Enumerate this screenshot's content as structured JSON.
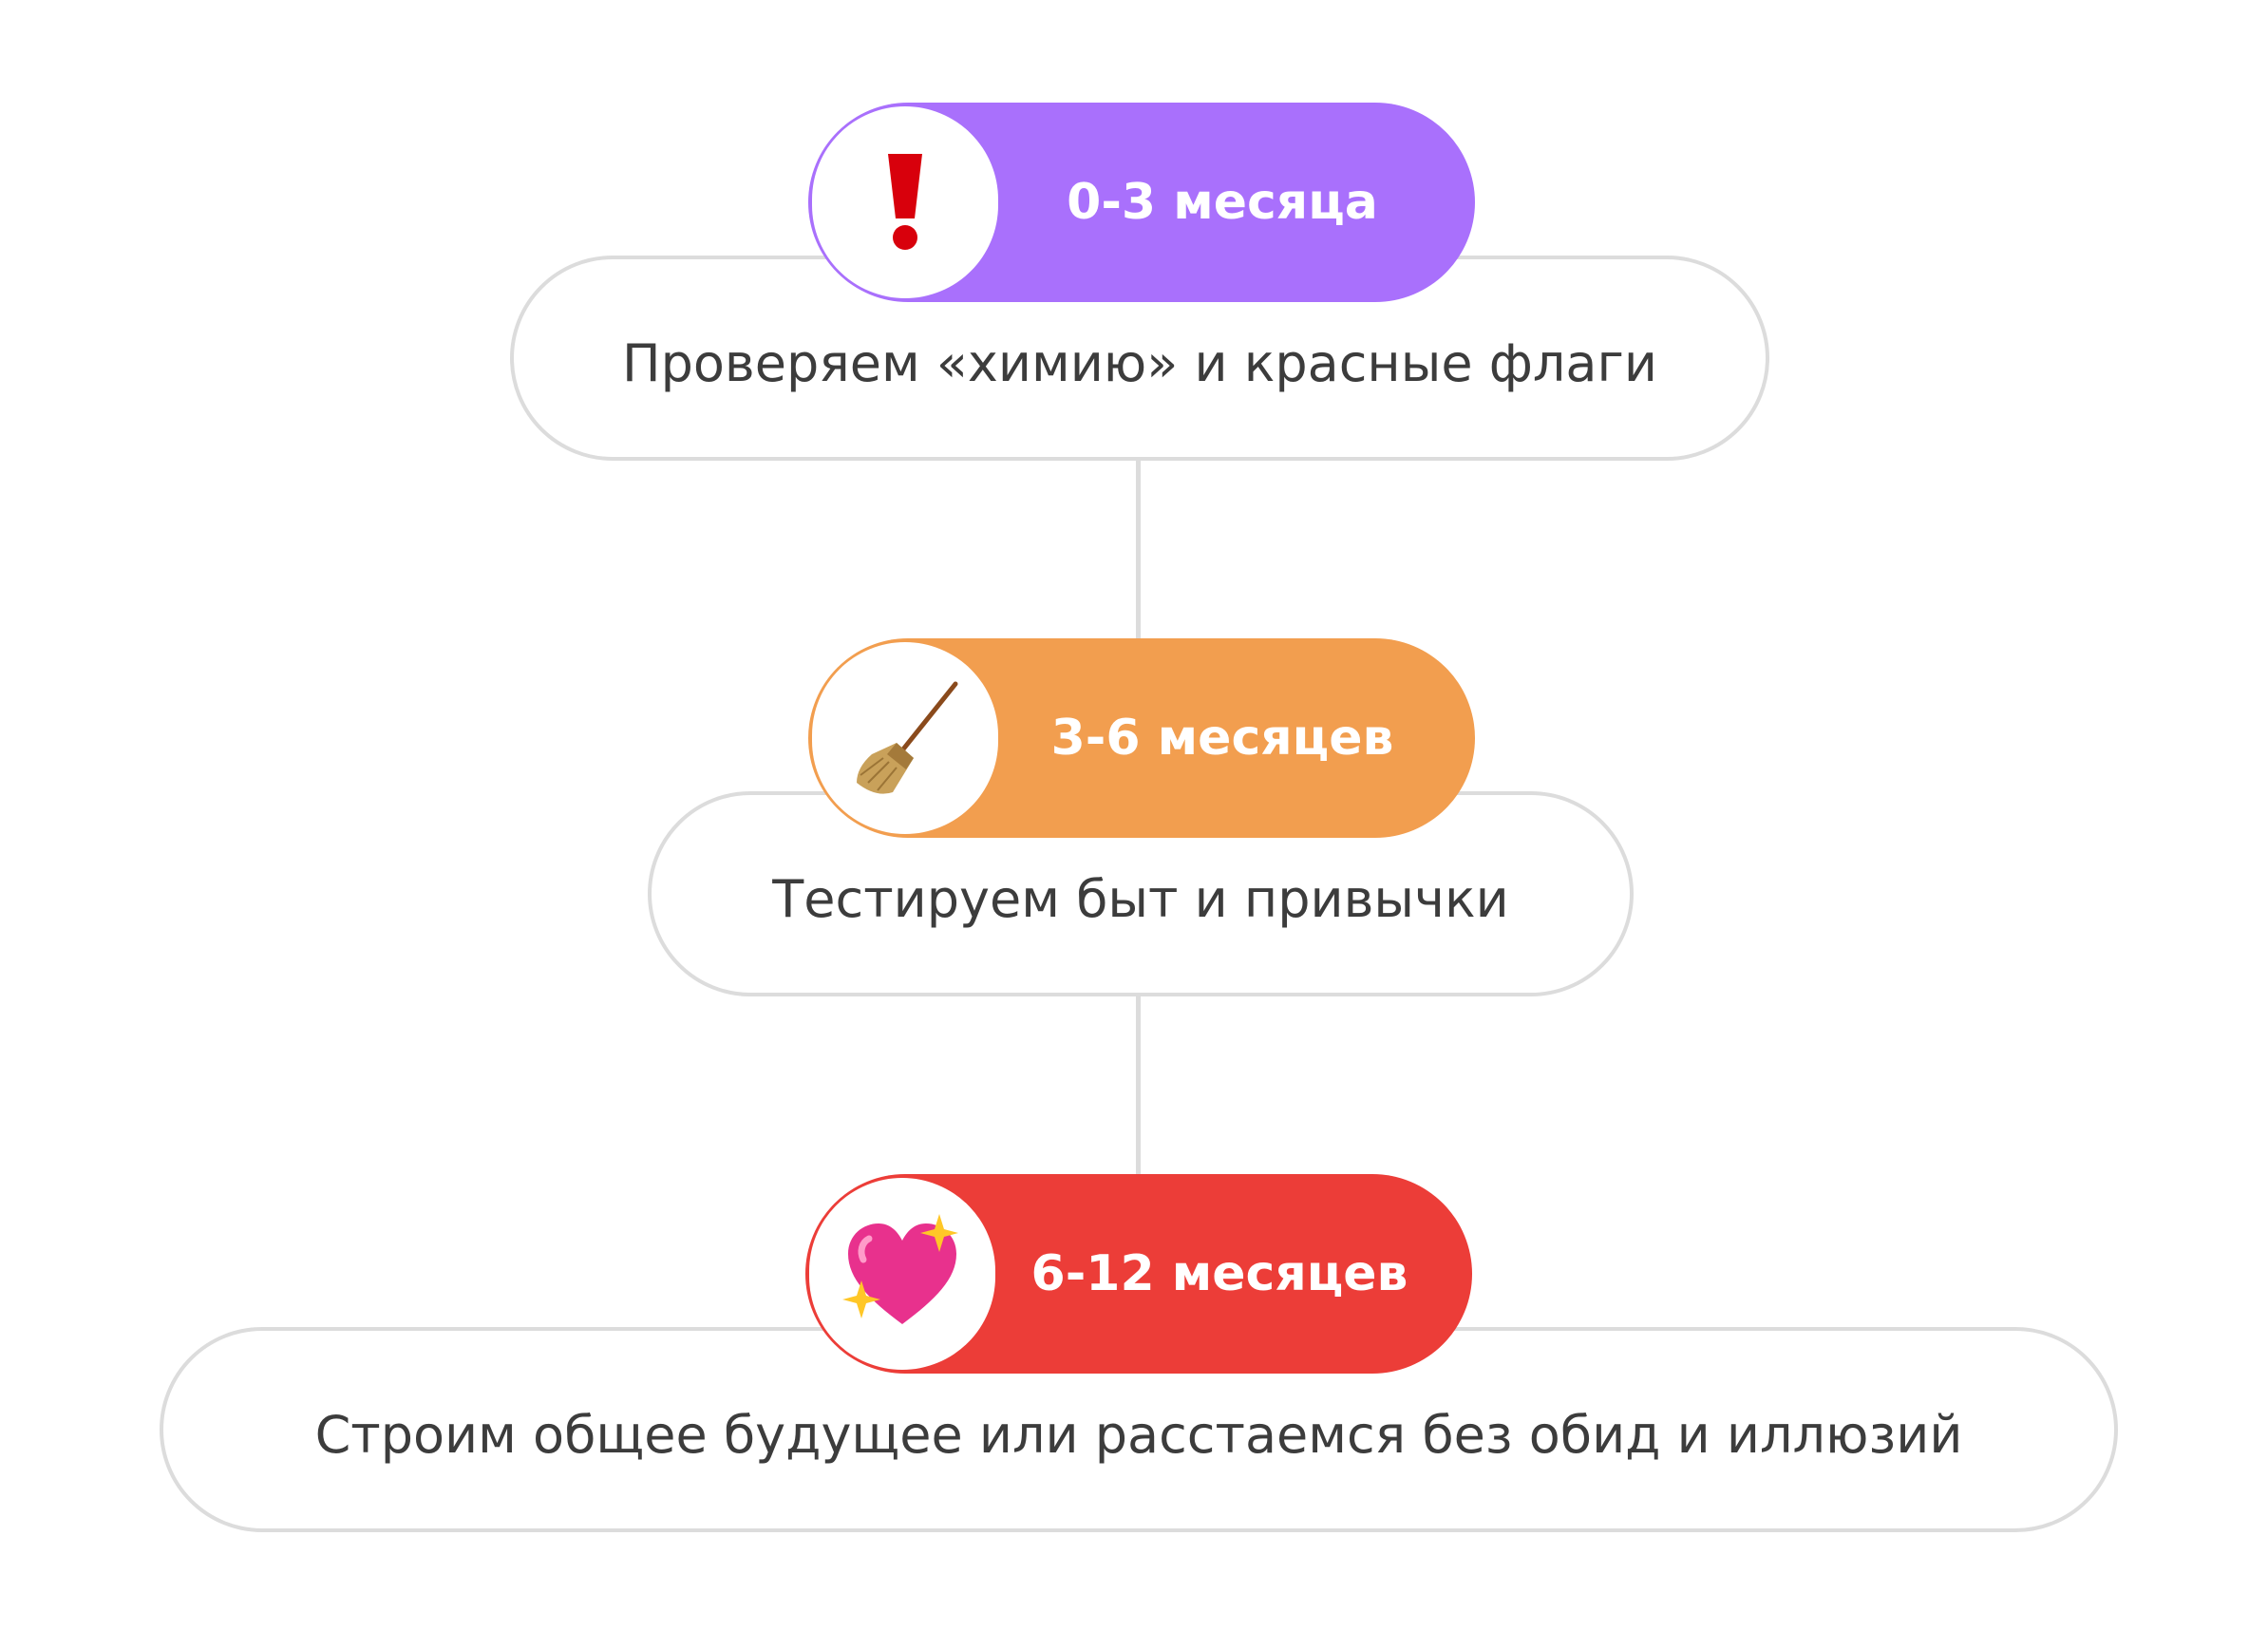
{
  "stages": [
    {
      "period": "0-3 месяца",
      "description": "Проверяем «химию» и красные флаги",
      "icon": "exclamation-icon",
      "color": "#a970fc"
    },
    {
      "period": "3-6 месяцев",
      "description": "Тестируем быт и привычки",
      "icon": "broom-icon",
      "color": "#f29e4f"
    },
    {
      "period": "6-12 месяцев",
      "description": "Строим общее будущее или расстаемся без обид и иллюзий",
      "icon": "sparkling-heart-icon",
      "color": "#ec3d38"
    }
  ]
}
